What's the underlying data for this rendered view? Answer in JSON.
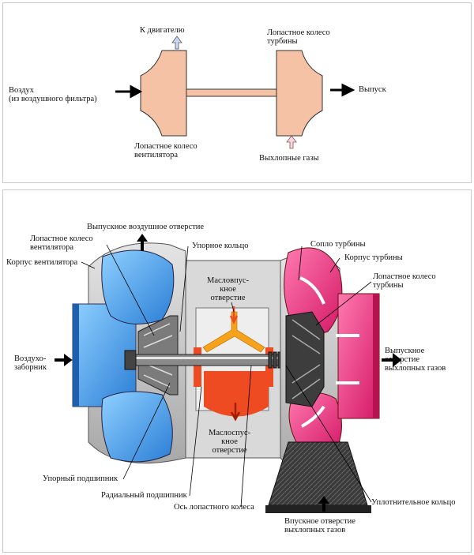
{
  "top_diagram": {
    "to_engine": "К двигателю",
    "turbine_wheel": "Лопастное колесо\nтурбины",
    "air_in": "Воздух\n(из воздушного фильтра)",
    "exhaust": "Выпуск",
    "compressor_wheel": "Лопастное колесо\nвентилятора",
    "exhaust_gases": "Выхлопные газы"
  },
  "bottom_diagram": {
    "air_outlet": "Выпускное воздушное отверстие",
    "compressor_wheel": "Лопастное колесо\nвентилятора",
    "compressor_housing": "Корпус вентилятора",
    "thrust_ring": "Упорное кольцо",
    "turbine_nozzle": "Сопло турбины",
    "turbine_housing": "Корпус турбины",
    "turbine_wheel": "Лопастное колесо\nтурбины",
    "oil_inlet": "Масловпус-\nкное\nотверстие",
    "air_intake": "Воздухо-\nзаборник",
    "exhaust_outlet": "Выпускное\nотверстие\nвыхлопных газов",
    "oil_outlet": "Маслоспус-\nкное\nотверстие",
    "thrust_bearing": "Упорный подшипник",
    "radial_bearing": "Радиальный подшипник",
    "wheel_shaft": "Ось лопастного колеса",
    "seal_ring": "Уплотнительное кольцо",
    "exhaust_inlet": "Впускное отверстие\nвыхлопных газов"
  },
  "colors": {
    "wheel_fill": "#f5c2a6",
    "compressor_blue": "#4fa3ee",
    "turbine_pink": "#e8307a",
    "oil_red": "#ee4b22",
    "oil_orange": "#f7a21b",
    "casing_gray": "#c8c8c8",
    "dark_metal": "#2b2b2b"
  }
}
